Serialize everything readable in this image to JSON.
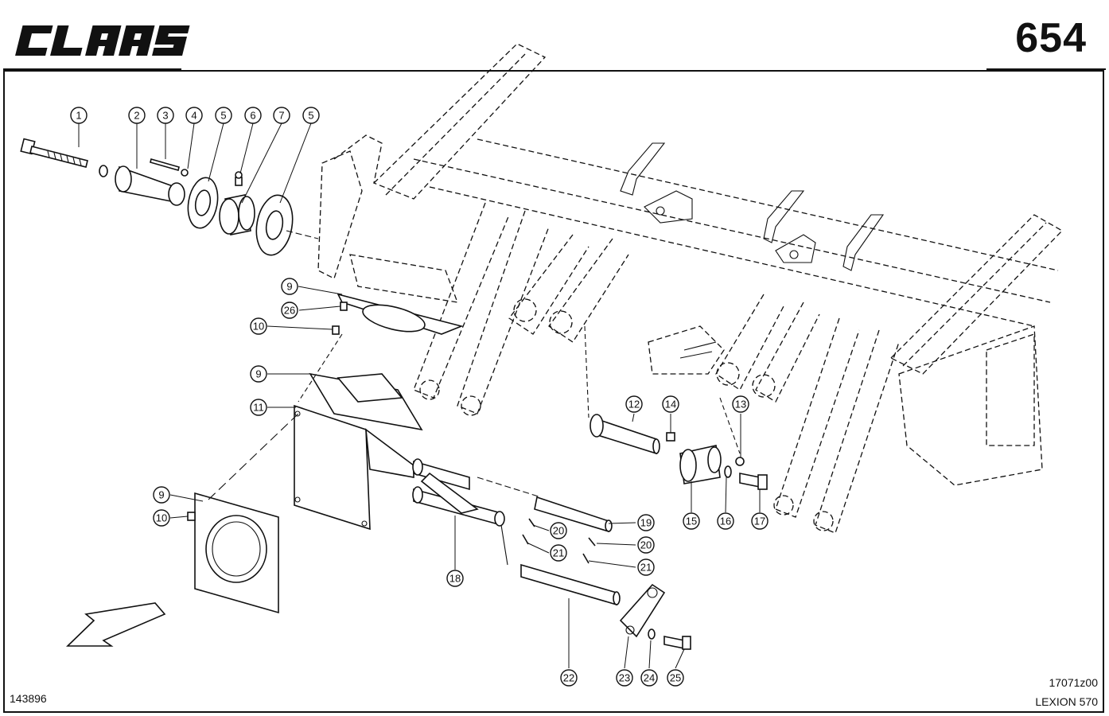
{
  "header": {
    "brand": "CLAAS",
    "page_number": "654"
  },
  "footer": {
    "left_code": "143896",
    "right_code": "17071z00",
    "model": "LEXION 570"
  },
  "callouts": [
    "1",
    "2",
    "3",
    "4",
    "5",
    "6",
    "7",
    "5",
    "9",
    "26",
    "10",
    "9",
    "11",
    "9",
    "10",
    "12",
    "14",
    "13",
    "15",
    "16",
    "17",
    "19",
    "20",
    "21",
    "20",
    "21",
    "18",
    "22",
    "23",
    "24",
    "25"
  ]
}
